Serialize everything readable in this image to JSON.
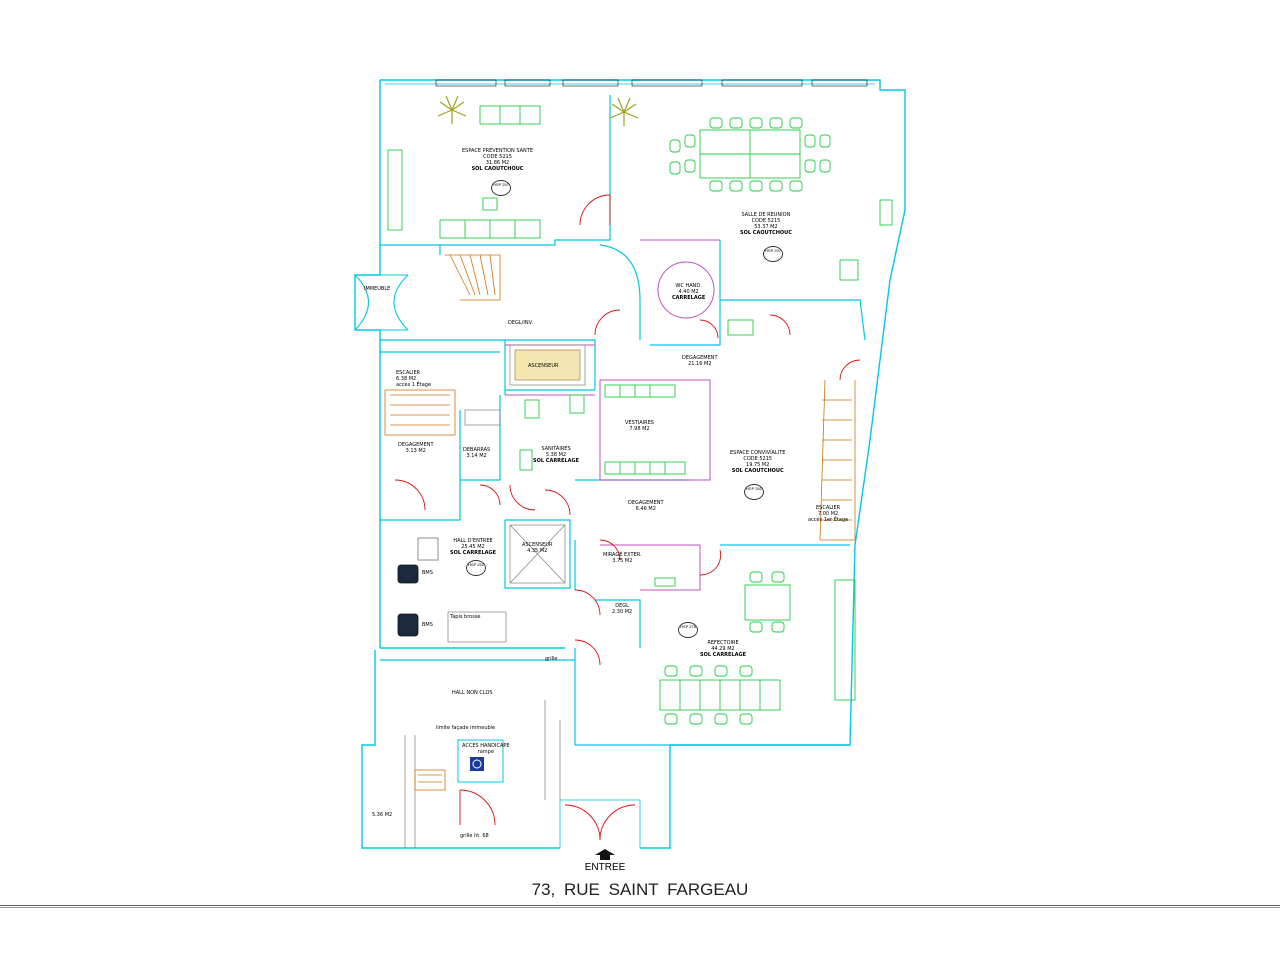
{
  "rooms": [
    {
      "key": "prevention",
      "name": "ESPACE PREVENTION SANTE",
      "code": "CODE 5215",
      "area": "31.86 M2",
      "floor": "SOL CAOUTCHOUC",
      "tag": "HSP 257"
    },
    {
      "key": "reunion",
      "name": "SALLE DE REUNION",
      "code": "CODE 5215",
      "area": "53.37 M2",
      "floor": "SOL CAOUTCHOUC",
      "tag": "HSP 257"
    },
    {
      "key": "immeuble",
      "name": "IMMEUBLE"
    },
    {
      "key": "wc_hand",
      "name": "WC HAND.",
      "area": "4.40 M2",
      "floor": "CARRELAGE"
    },
    {
      "key": "degagement_top",
      "name": "DEGAGEMENT",
      "area": "21.16 M2"
    },
    {
      "key": "ascenseur_top",
      "name": "ASCENSEUR"
    },
    {
      "key": "escalier_left",
      "name": "ESCALIER",
      "area": "6.38 M2",
      "note": "accès 1 Étage"
    },
    {
      "key": "vestiaires",
      "name": "VESTIAIRES",
      "area": "7.98 M2"
    },
    {
      "key": "convivialite",
      "name": "ESPACE CONVIVIALITE",
      "code": "CODE 5215",
      "area": "19.75 M2",
      "floor": "SOL CAOUTCHOUC",
      "tag": "HSP 262"
    },
    {
      "key": "degagement_left",
      "name": "DEGAGEMENT",
      "area": "3.13 M2"
    },
    {
      "key": "debarras",
      "name": "DEBARRAS",
      "area": "3.14 M2"
    },
    {
      "key": "sanitaires",
      "name": "SANITAIRES",
      "area": "5.38 M2",
      "floor": "SOL CARRELAGE"
    },
    {
      "key": "degagement_mid",
      "name": "DEGAGEMENT",
      "area": "6.46 M2"
    },
    {
      "key": "escalier_right",
      "name": "ESCALIER",
      "area": "7.00 M2",
      "note": "accès 1er Étage"
    },
    {
      "key": "hall_entree",
      "name": "HALL D'ENTREE",
      "area": "25.45 M2",
      "floor": "SOL CARRELAGE",
      "tag": "HSP 262"
    },
    {
      "key": "ascenseur_mid",
      "name": "ASCENSEUR",
      "area": "4.35 M2"
    },
    {
      "key": "mirage",
      "name": "MIRAGE EXTER.",
      "area": "3.75 M2"
    },
    {
      "key": "degl",
      "name": "DEGL",
      "area": "2.30 M2"
    },
    {
      "key": "refectoire",
      "name": "REFECTOIRE",
      "area": "44.29 M2",
      "floor": "SOL CARRELAGE",
      "tag": "HSP 276"
    },
    {
      "key": "hall_non_clos",
      "name": "HALL NON CLOS"
    },
    {
      "key": "wc_handicap",
      "name": "ACCES HANDICAPE",
      "note": "rampe"
    }
  ],
  "annotations": {
    "bms1": "BMS",
    "bms2": "BMS",
    "tapis": "Tapis brosse",
    "limite": "limite façade immeuble",
    "dglt": "DEGL/INV.",
    "grille1": "grille",
    "grille2": "grille ht. 68",
    "dim_left": "5.36 M2"
  },
  "entrance": {
    "label": "ENTREE"
  },
  "address": {
    "text": "73, RUE    SAINT FARGEAU"
  },
  "colors": {
    "wall": "#00c8e6",
    "furniture": "#22cc44",
    "door": "#e01010",
    "stairs": "#d07010",
    "partition": "#c050c0",
    "grey": "#808080"
  }
}
